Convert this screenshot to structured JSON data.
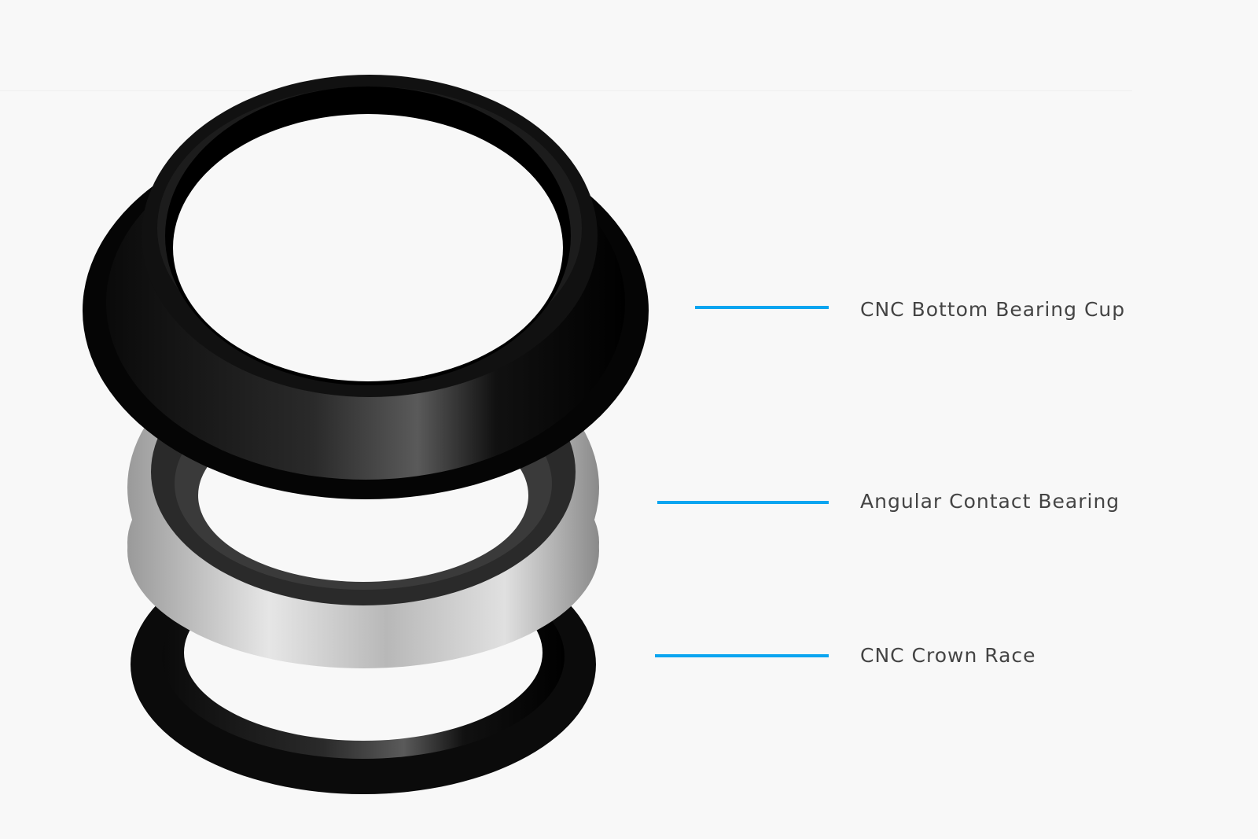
{
  "accent_color": "#0aa5f0",
  "labels": [
    {
      "text": "CNC Bottom Bearing Cup"
    },
    {
      "text": "Angular Contact Bearing"
    },
    {
      "text": "CNC Crown Race"
    }
  ]
}
